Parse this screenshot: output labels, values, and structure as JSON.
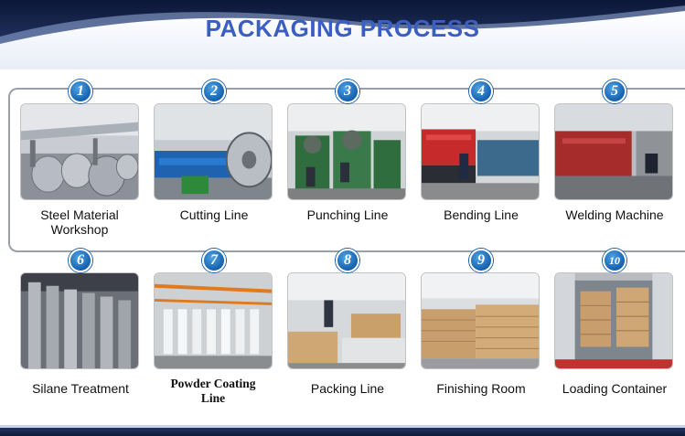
{
  "title": "PACKAGING PROCESS",
  "steps": [
    {
      "number": "1",
      "label": "Steel Material Workshop"
    },
    {
      "number": "2",
      "label": "Cutting Line"
    },
    {
      "number": "3",
      "label": "Punching Line"
    },
    {
      "number": "4",
      "label": "Bending Line"
    },
    {
      "number": "5",
      "label": "Welding Machine"
    },
    {
      "number": "6",
      "label": "Silane Treatment"
    },
    {
      "number": "7",
      "label": "Powder Coating Line"
    },
    {
      "number": "8",
      "label": "Packing Line"
    },
    {
      "number": "9",
      "label": "Finishing Room"
    },
    {
      "number": "10",
      "label": "Loading Container"
    }
  ],
  "colors": {
    "title": "#3b5fc0",
    "badge": "#1a6fc2",
    "header_band": "#1b2a55"
  }
}
